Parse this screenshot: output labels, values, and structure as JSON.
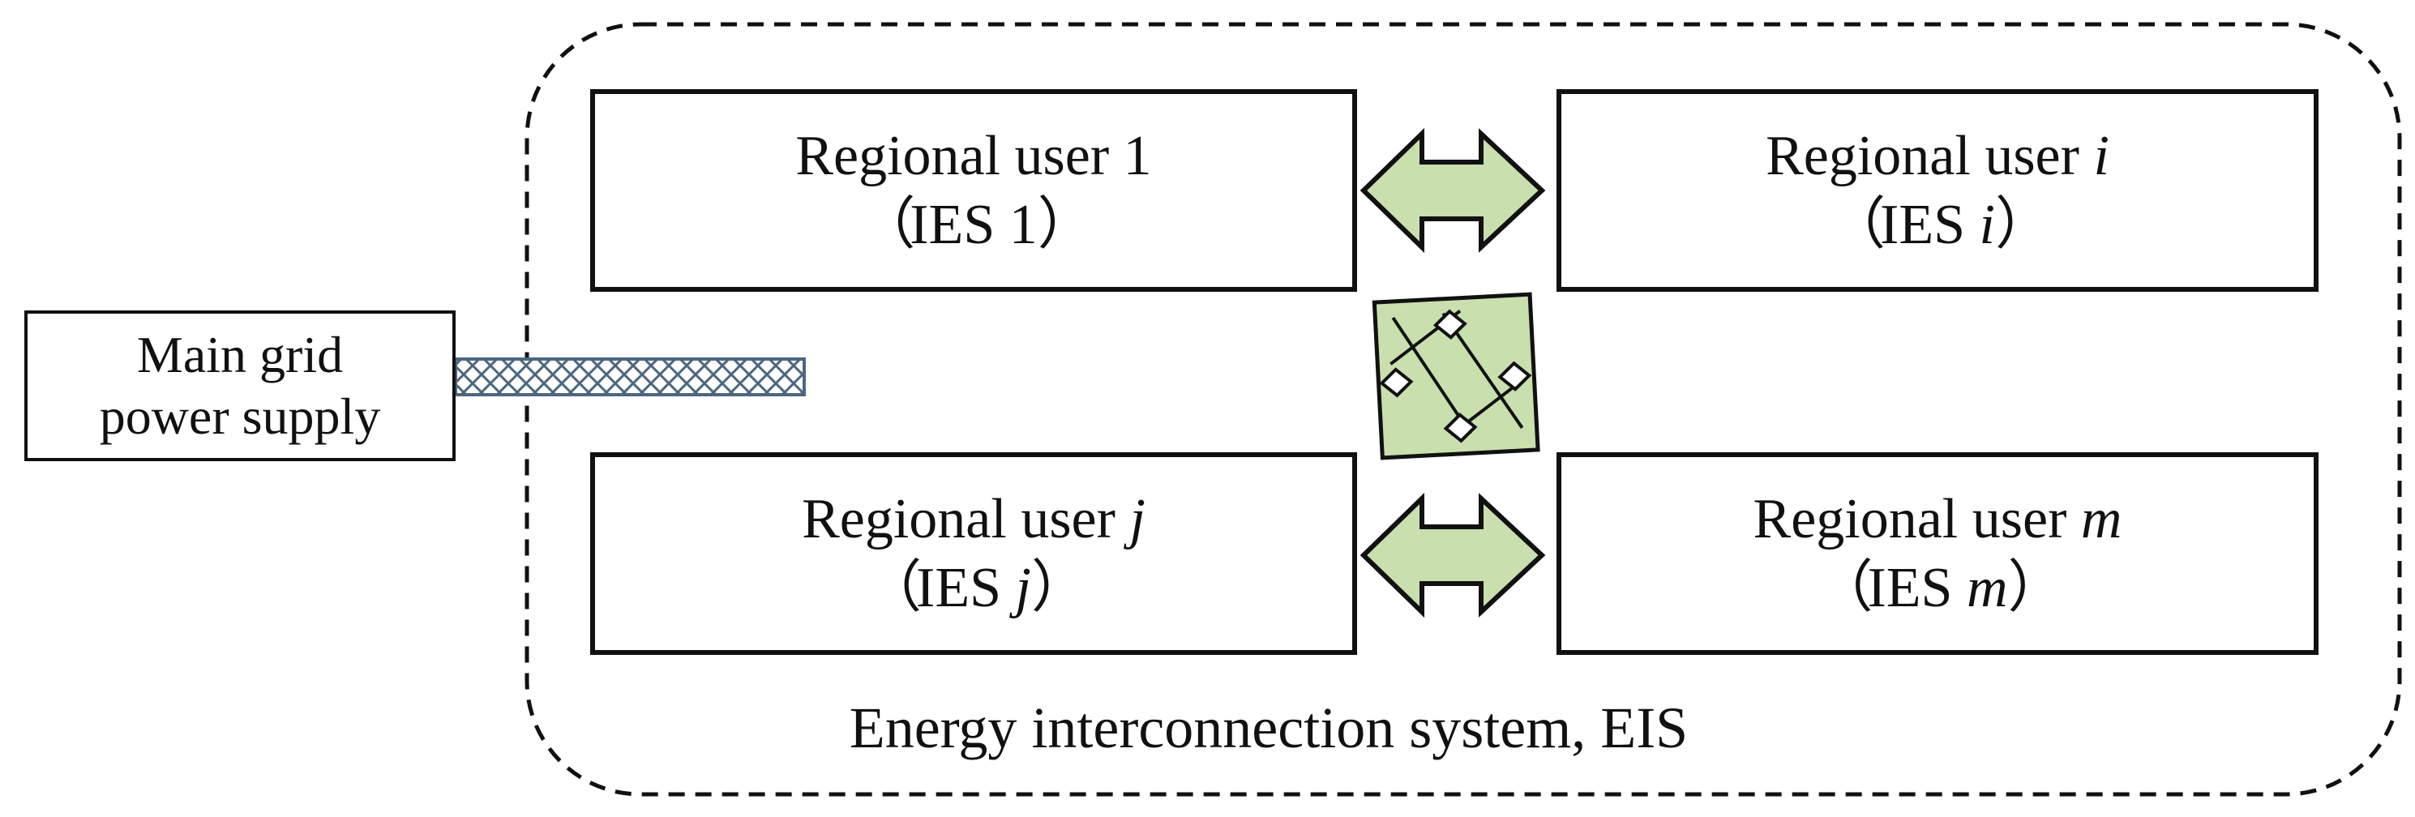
{
  "main_grid": {
    "line1": "Main grid",
    "line2": "power supply"
  },
  "users": {
    "user_1": {
      "label": "Regional user 1",
      "ies_prefix": "IES",
      "ies_symbol": "1"
    },
    "user_i": {
      "label_prefix": "Regional user",
      "symbol": "i",
      "ies_prefix": "IES",
      "ies_symbol": "i"
    },
    "user_j": {
      "label_prefix": "Regional user",
      "symbol": "j",
      "ies_prefix": "IES",
      "ies_symbol": "j"
    },
    "user_m": {
      "label_prefix": "Regional user",
      "symbol": "m",
      "ies_prefix": "IES",
      "ies_symbol": "m"
    }
  },
  "brackets": {
    "open": "（",
    "close": "）"
  },
  "eis_caption": "Energy interconnection system, EIS",
  "colors": {
    "arrow_fill": "#c9dfae",
    "hatch_stroke": "#4d6680"
  },
  "icons": {
    "bidirectional_arrow": "double-headed-horizontal-arrow",
    "crossing_arrows": "crossed-diagonal-arrows",
    "power_line": "hatched-transmission-bar"
  }
}
